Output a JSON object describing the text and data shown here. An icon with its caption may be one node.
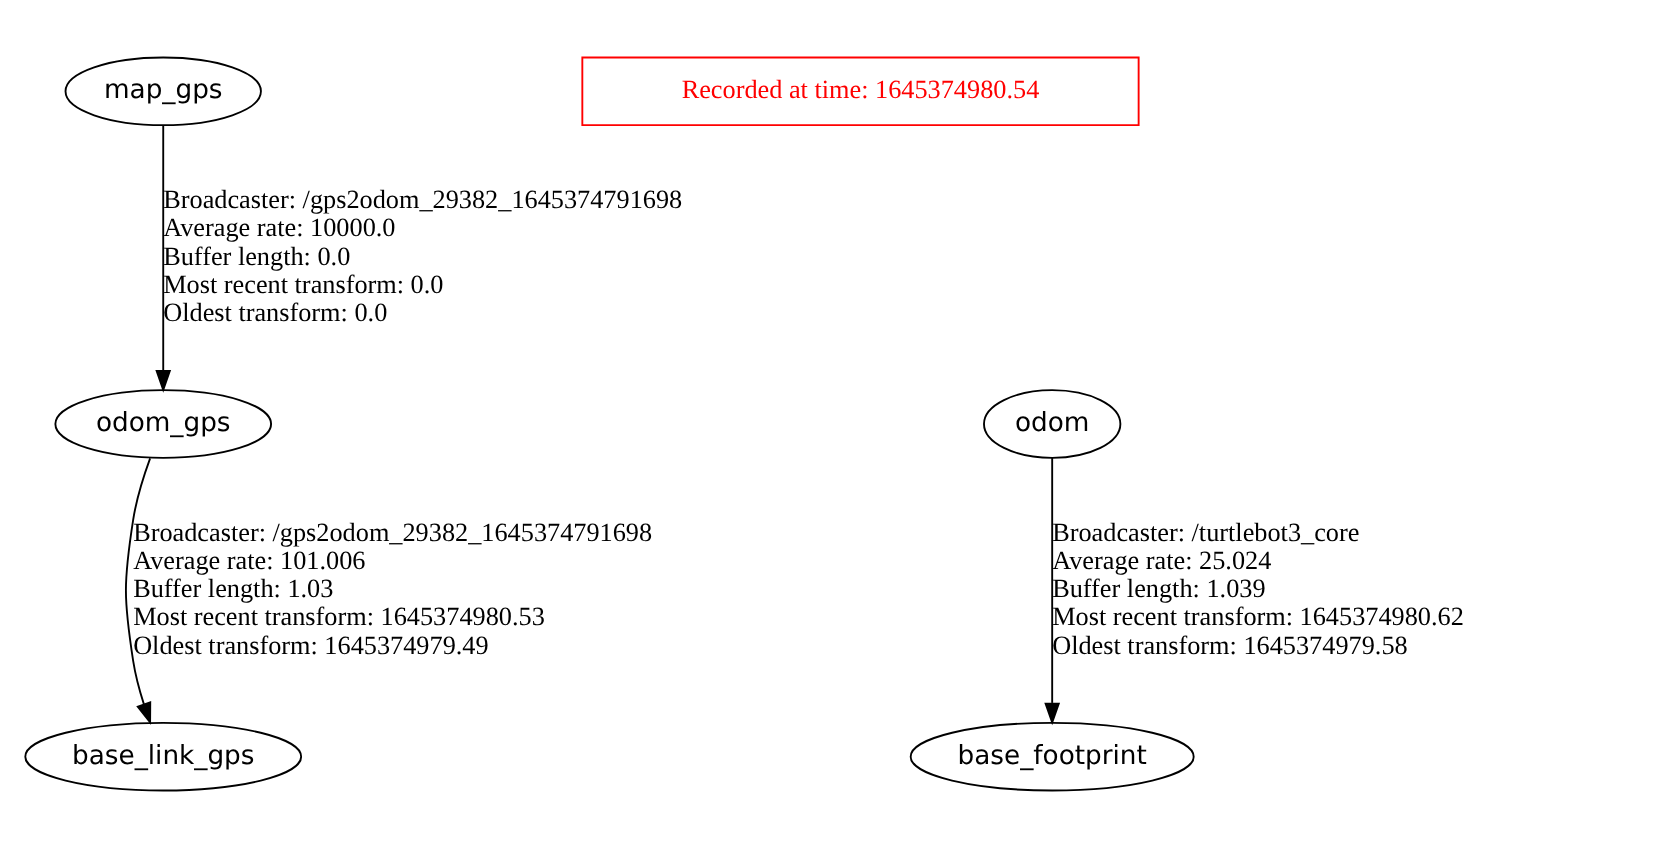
{
  "diagram": {
    "nodes": [
      {
        "text": [
          "map_gps"
        ]
      },
      {
        "text": [
          "Recorded at time: 1645374980.54"
        ]
      },
      {
        "text": [
          "odom_gps"
        ]
      },
      {
        "text": [
          "odom"
        ]
      },
      {
        "text": [
          "base_link_gps"
        ]
      },
      {
        "text": [
          "base_footprint"
        ]
      }
    ],
    "edges": [
      {
        "from": 0,
        "to": 2,
        "arrow": "to",
        "label": [
          "Broadcaster: /gps2odom_29382_1645374791698",
          "Average rate: 10000.0",
          "Buffer length: 0.0",
          "Most recent transform: 0.0",
          "Oldest transform: 0.0"
        ]
      },
      {
        "from": 2,
        "to": 4,
        "arrow": "to",
        "label": [
          "Broadcaster: /gps2odom_29382_1645374791698",
          "Average rate: 101.006",
          "Buffer length: 1.03",
          "Most recent transform: 1645374980.53",
          "Oldest transform: 1645374979.49"
        ]
      },
      {
        "from": 3,
        "to": 5,
        "arrow": "to",
        "label": [
          "Broadcaster: /turtlebot3_core",
          "Average rate: 25.024",
          "Buffer length: 1.039",
          "Most recent transform: 1645374980.62",
          "Oldest transform: 1645374979.58"
        ]
      }
    ]
  }
}
